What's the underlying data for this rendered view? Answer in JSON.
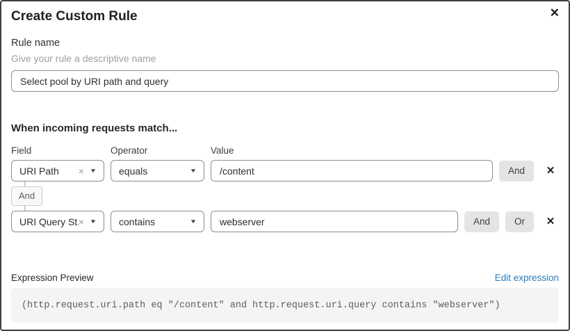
{
  "dialog": {
    "title": "Create Custom Rule"
  },
  "icons": {
    "close": "✕",
    "caret": "▼",
    "clear": "×",
    "delete": "✕"
  },
  "rule_name": {
    "label": "Rule name",
    "helper": "Give your rule a descriptive name",
    "value": "Select pool by URI path and query"
  },
  "matcher": {
    "heading": "When incoming requests match...",
    "columns": {
      "field": "Field",
      "operator": "Operator",
      "value": "Value"
    },
    "connector": "And",
    "rows": [
      {
        "field": "URI Path",
        "operator": "equals",
        "value": "/content",
        "buttons": [
          "And"
        ]
      },
      {
        "field": "URI Query St...",
        "operator": "contains",
        "value": "webserver",
        "buttons": [
          "And",
          "Or"
        ]
      }
    ]
  },
  "expression": {
    "label": "Expression Preview",
    "edit_link": "Edit expression",
    "code": "(http.request.uri.path eq \"/content\" and http.request.uri.query contains \"webserver\")"
  },
  "colors": {
    "link_blue": "#2d7cbd",
    "button_gray": "#e4e4e5",
    "border_gray": "#8b8d90",
    "code_bg": "#f4f4f4"
  }
}
